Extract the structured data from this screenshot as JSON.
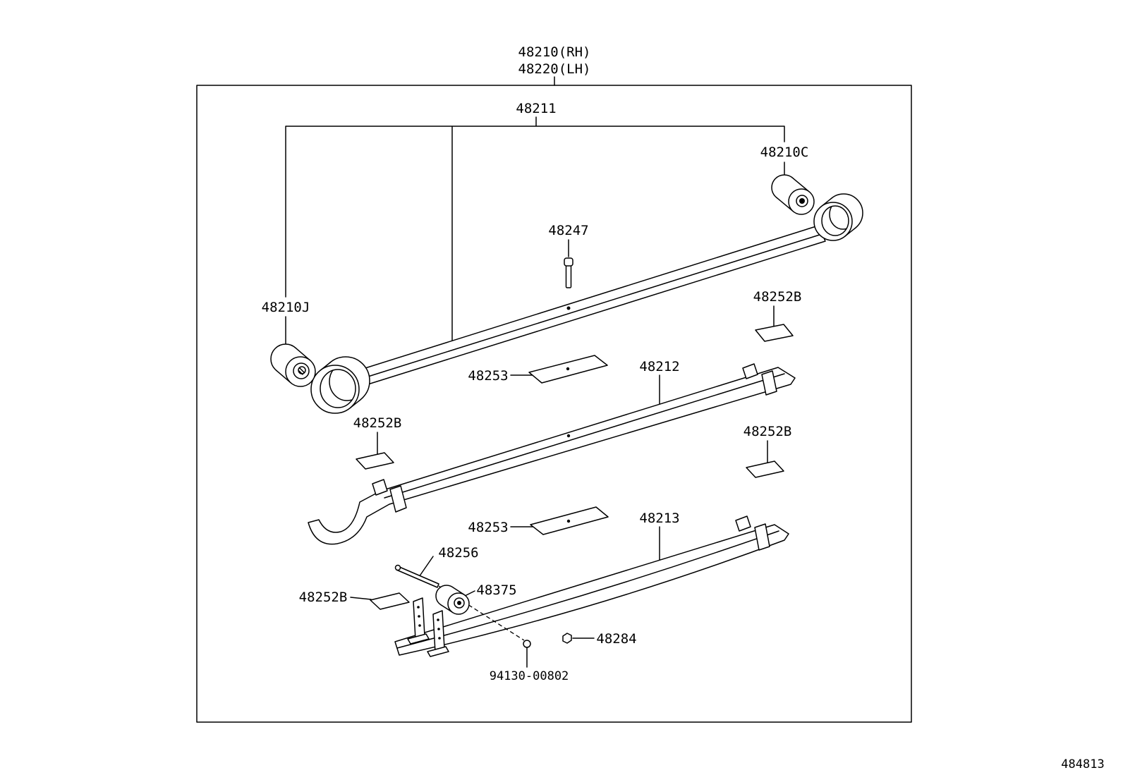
{
  "assembly": {
    "rh_part_number": "48210(RH)",
    "lh_part_number": "48220(LH)"
  },
  "callouts": [
    "48211",
    "48210C",
    "48247",
    "48210J",
    "48252B",
    "48253",
    "48212",
    "48252B",
    "48252B",
    "48253",
    "48213",
    "48256",
    "48375",
    "48252B",
    "48284",
    "94130-00802"
  ],
  "figure_number": "484813"
}
